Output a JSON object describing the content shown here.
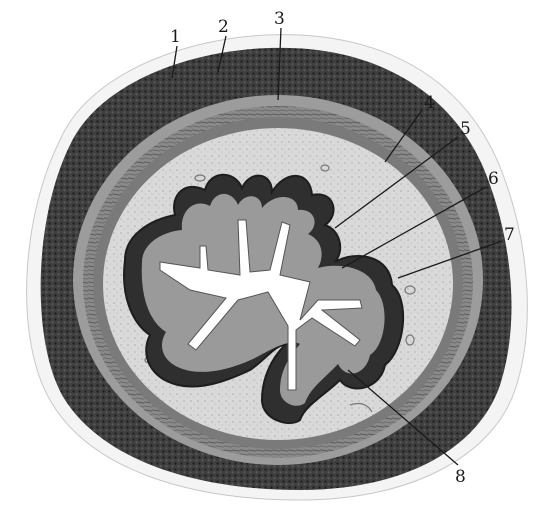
{
  "figure": {
    "subject": "esophagus-cross-section",
    "callouts": [
      "1",
      "2",
      "3",
      "4",
      "5",
      "6",
      "7",
      "8"
    ],
    "palette": {
      "paper": "#f2f2f2",
      "muscle_dark": "#3a3a3a",
      "muscle_mid": "#5a5a5a",
      "ring_band": "#6e6e6e",
      "submucosa": "#dcdcdc",
      "mucosa_dark": "#2e2e2e",
      "epithelium_light": "#a9a9a9",
      "lumen": "#ffffff",
      "ink": "#1a1a1a"
    }
  }
}
